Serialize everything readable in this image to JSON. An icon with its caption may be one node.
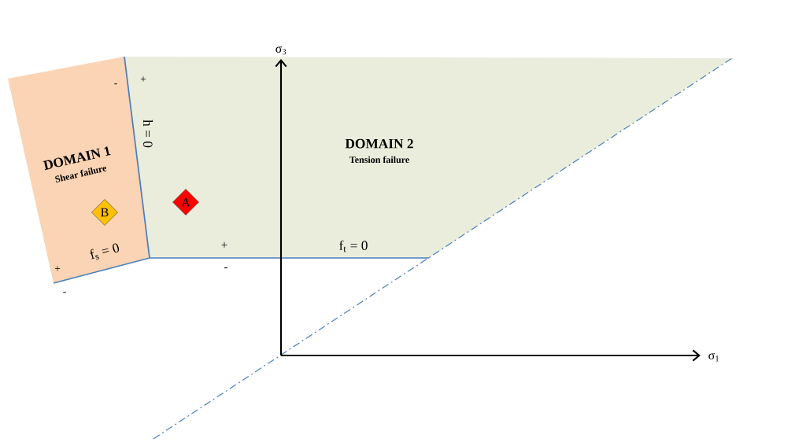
{
  "diagram": {
    "nodes": [
      {
        "text": [
          "DOMAIN 1",
          "Shear failure"
        ]
      },
      {
        "text": [
          "B"
        ],
        "in": 0
      },
      {
        "text": [
          "DOMAIN 2",
          "Tension failure"
        ]
      },
      {
        "text": [
          "A"
        ],
        "in": 2
      }
    ],
    "labels": [
      "σ$_{3}$",
      "+",
      "-",
      "h = 0",
      "+",
      "f$_{t}$ = 0",
      "f$_{s}$ = 0",
      "-",
      "+",
      "-",
      "σ$_{1}$"
    ]
  }
}
